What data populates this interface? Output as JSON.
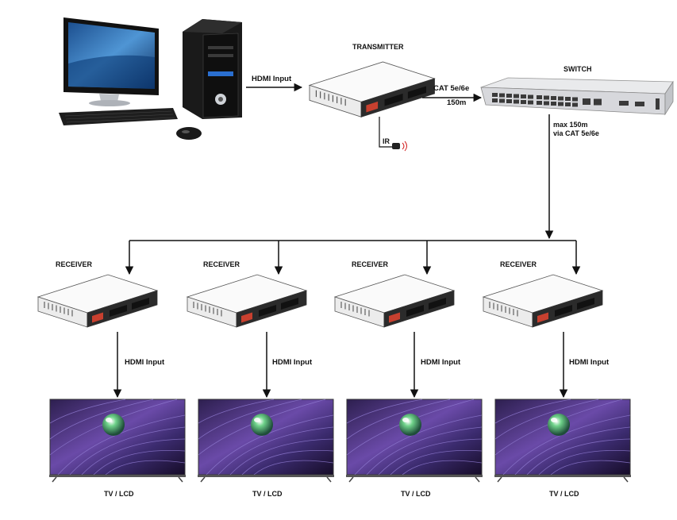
{
  "labels": {
    "hdmi_input_top": "HDMI Input",
    "transmitter": "TRANSMITTER",
    "cat_top": "CAT 5e/6e",
    "distance_top": "150m",
    "ir": "IR",
    "switch": "SWITCH",
    "max_distance": "max 150m",
    "via_cat": "via CAT 5e/6e"
  },
  "receivers": [
    {
      "title": "RECEIVER",
      "input": "HDMI Input",
      "display": "TV / LCD"
    },
    {
      "title": "RECEIVER",
      "input": "HDMI Input",
      "display": "TV / LCD"
    },
    {
      "title": "RECEIVER",
      "input": "HDMI Input",
      "display": "TV / LCD"
    },
    {
      "title": "RECEIVER",
      "input": "HDMI Input",
      "display": "TV / LCD"
    }
  ],
  "colors": {
    "line": "#111111",
    "device_body": "#f4f4f4",
    "device_front": "#2a2a2a",
    "switch_body": "#dcdde0",
    "screen_bg": "#1b1230",
    "ir_signal": "#d22020"
  }
}
